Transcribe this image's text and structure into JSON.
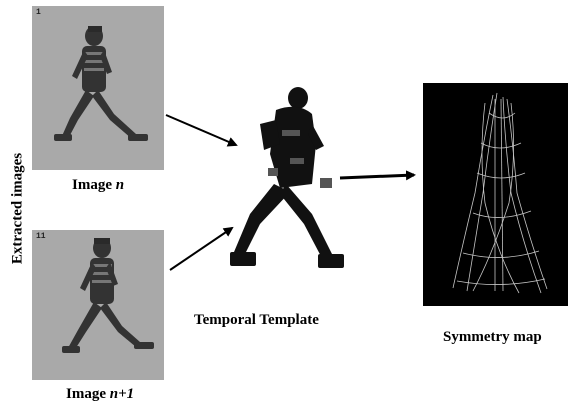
{
  "side_label": "Extracted images",
  "frames": [
    {
      "caption_text": "Image ",
      "caption_var": "n",
      "number": "1"
    },
    {
      "caption_text": "Image ",
      "caption_var": "n+1",
      "number": "11"
    }
  ],
  "temporal_label": "Temporal Template",
  "symmetry_label": "Symmetry map",
  "colors": {
    "frame_bg": "#a9a9a9",
    "silhouette": "#3a3a3a",
    "template": "#111111",
    "map_bg": "#000000"
  }
}
